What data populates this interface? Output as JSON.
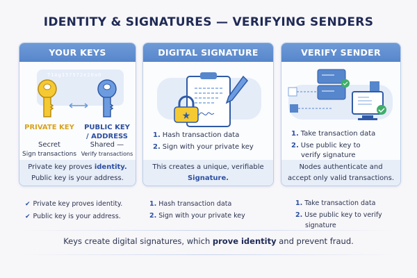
{
  "title": "IDENTITY & SIGNATURES — VERIFYING SENDERS",
  "cards": [
    {
      "header": "YOUR KEYS",
      "key_hex": "T1Ag157572e20a0",
      "private_label": "PRIVATE KEY",
      "private_desc1": "Secret",
      "private_desc2": "Sign transactions",
      "public_label1": "PUBLIC KEY",
      "public_label2": "/ ADDRESS",
      "public_desc1": "Shared —",
      "public_desc2": "Verify transactions",
      "foot_a": "Private key proves ",
      "foot_hl": "identity.",
      "foot_b": "Public key is your address."
    },
    {
      "header": "DIGITAL SIGNATURE",
      "steps": [
        "Hash transaction data",
        "Sign with your private key"
      ],
      "foot_a": "This creates a unique, verifiable",
      "foot_hl": "Signature."
    },
    {
      "header": "VERIFY SENDER",
      "steps": [
        "Take transaction data",
        "Use public key to",
        "verify signature"
      ],
      "foot_a": "Nodes authenticate and",
      "foot_b": "accept only valid transactions."
    }
  ],
  "bottom": {
    "col1": [
      "Private key proves identity.",
      "Public key is your address."
    ],
    "col2": [
      "Hash transaction data",
      "Sign with your private key"
    ],
    "col3": [
      "Take transaction data",
      "Use public key to verify",
      "signature"
    ]
  },
  "summary_a": "Keys create digital signatures, which ",
  "summary_hl": "prove identity",
  "summary_b": " and prevent fraud.",
  "colors": {
    "accent": "#5686cc",
    "gold": "#f2c230",
    "title": "#1f2a55"
  }
}
